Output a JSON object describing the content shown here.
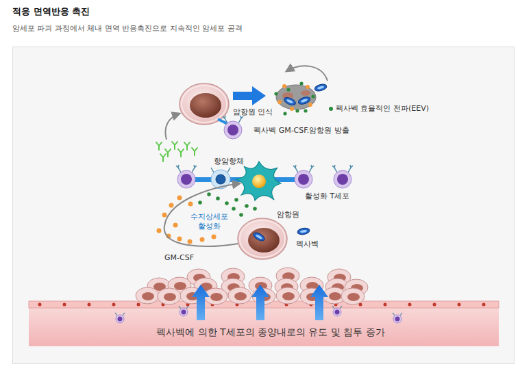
{
  "diagram": {
    "title": "적응 면역반응 촉진",
    "caption": "암세포 파괴 과정에서 체내 면역 반응촉진으로 지속적인 암세포 공격",
    "nodes": [
      {
        "text": [
          "펙사벡에 의한 T세포의 종양내로의 유도 및 침투 증가"
        ]
      }
    ],
    "labels": [
      "암항원 인식",
      "펙사벡 효율적인 전파(EEV)",
      "펙사벡 GM-CSF.암항원 방출",
      "항암항체",
      "활성화 T세포",
      "수지상세포 활성화",
      "암항원",
      "펙사벡",
      "GM-CSF"
    ]
  }
}
